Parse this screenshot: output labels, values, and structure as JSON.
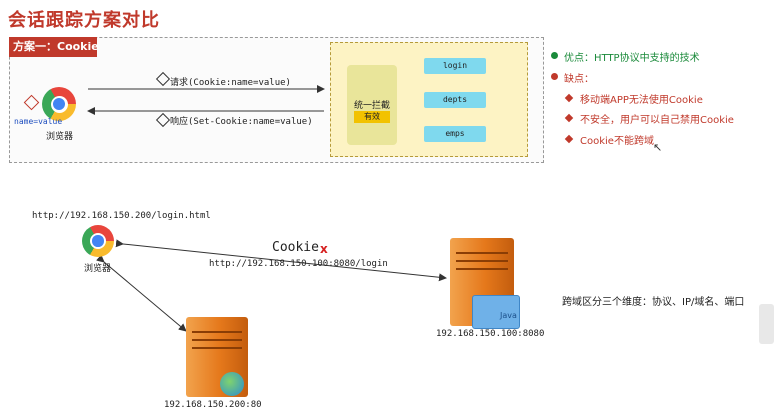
{
  "title": "会话跟踪方案对比",
  "plan": {
    "badge": "方案一：Cookie"
  },
  "top_diagram": {
    "browser_label": "浏览器",
    "cookie_tag": "name=value",
    "request": "请求(Cookie:name=value)",
    "response": "响应(Set-Cookie:name=value)",
    "interceptor": "统一拦截",
    "interceptor_sub": "有效",
    "resources": [
      "login",
      "depts",
      "emps"
    ]
  },
  "pros_cons": {
    "pros": "优点：HTTP协议中支持的技术",
    "cons_title": "缺点：",
    "cons": [
      "移动端APP无法使用Cookie",
      "不安全，用户可以自己禁用Cookie",
      "Cookie不能跨域"
    ]
  },
  "bottom_diagram": {
    "browser_url": "http://192.168.150.200/login.html",
    "browser_label": "浏览器",
    "cookie_label": "Cookie",
    "cookie_mark": "x",
    "request_url": "http://192.168.150.100:8080/login",
    "server_right": "192.168.150.100:8080",
    "server_bottom": "192.168.150.200:80",
    "java_badge": "Java",
    "cross_domain_note": "跨域区分三个维度：协议、IP/域名、端口"
  },
  "colors": {
    "accent": "#c0392b",
    "pros": "#1a8a3a",
    "tower": "#e5781b",
    "resource": "#7fd9ee"
  }
}
